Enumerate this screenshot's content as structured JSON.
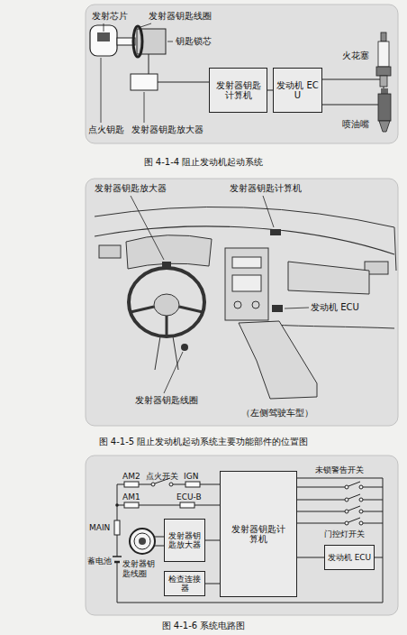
{
  "diagram": {
    "nodes": [
      {
        "text": [
          "发射器钥匙计算机"
        ]
      },
      {
        "text": [
          "发动机 ECU"
        ]
      },
      {
        "text": [
          "发射器钥匙放大器"
        ]
      },
      {
        "text": [
          "检查连接器"
        ]
      },
      {
        "text": [
          "发射器钥匙计算机"
        ]
      },
      {
        "text": [
          "发动机 ECU"
        ]
      }
    ],
    "edges": [
      {
        "from": 0,
        "to": 1,
        "arrow": "none"
      },
      {
        "from": 2,
        "to": 4,
        "arrow": "none"
      },
      {
        "from": 3,
        "to": 4,
        "arrow": "none"
      },
      {
        "from": 4,
        "to": 5,
        "arrow": "none"
      }
    ],
    "labels": [
      "发射芯片",
      "发射器钥匙线圈",
      "钥匙锁芯",
      "点火钥匙",
      "发射器钥匙放大器",
      "火花塞",
      "喷油嘴",
      "图 4-1-4 阻止发动机起动系统",
      "发射器钥匙放大器",
      "发射器钥匙计算机",
      "发动机 ECU",
      "发射器钥匙线圈",
      "（左侧驾驶车型）",
      "图 4-1-5 阻止发动机起动系统主要功能部件的位置图",
      "AM2",
      "点火开关",
      "IGN",
      "AM1",
      "ECU-B",
      "MAIN",
      "蓄电池",
      "发射器钥匙线圈",
      "未锁警告开关",
      "门控灯开关",
      "图 4-1-6 系统电路图"
    ]
  }
}
